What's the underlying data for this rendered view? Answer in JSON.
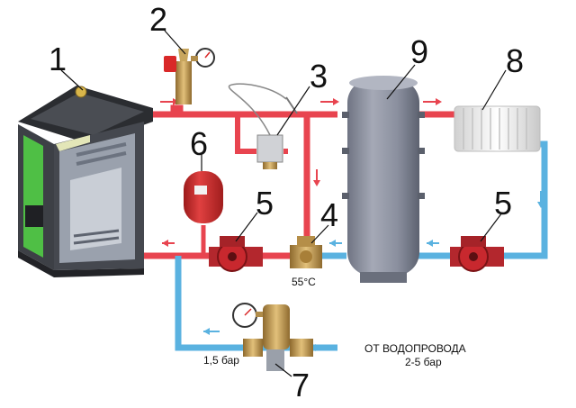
{
  "diagram": {
    "callouts": {
      "n1": "1",
      "n2": "2",
      "n3": "3",
      "n4": "4",
      "n5a": "5",
      "n5b": "5",
      "n6": "6",
      "n7": "7",
      "n8": "8",
      "n9": "9"
    },
    "labels": {
      "temperature": "55°C",
      "pressure_reduced": "1,5 бар",
      "water_source_line1": "ОТ ВОДОПРОВОДА",
      "water_source_line2": "2-5 бар"
    },
    "colors": {
      "hot_pipe": "#e8444f",
      "cold_pipe": "#5ab2e0",
      "tank": "#8a8f9e",
      "boiler_body": "#3a3c40",
      "boiler_accent": "#4fbf45",
      "expansion_vessel": "#d42b2b",
      "pump": "#c8282e",
      "brass": "#c9a15c",
      "radiator": "#eeeeee"
    }
  }
}
